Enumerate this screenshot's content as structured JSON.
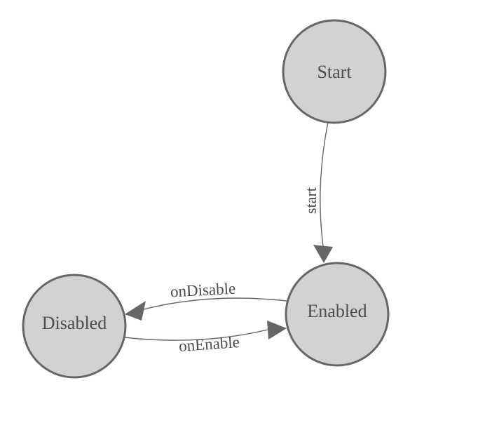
{
  "diagram_type": "state-machine",
  "colors": {
    "background": "#ffffff",
    "node_fill": "#d2d2d2",
    "node_border": "#666666",
    "edge_line": "#666666",
    "arrow_fill": "#666666",
    "label_text": "#4d4d4d"
  },
  "nodes": [
    {
      "id": "start",
      "label": "Start"
    },
    {
      "id": "enabled",
      "label": "Enabled"
    },
    {
      "id": "disabled",
      "label": "Disabled"
    }
  ],
  "edges": [
    {
      "from": "Start",
      "to": "Enabled",
      "label": "start"
    },
    {
      "from": "Enabled",
      "to": "Disabled",
      "label": "onDisable"
    },
    {
      "from": "Disabled",
      "to": "Enabled",
      "label": "onEnable"
    }
  ]
}
